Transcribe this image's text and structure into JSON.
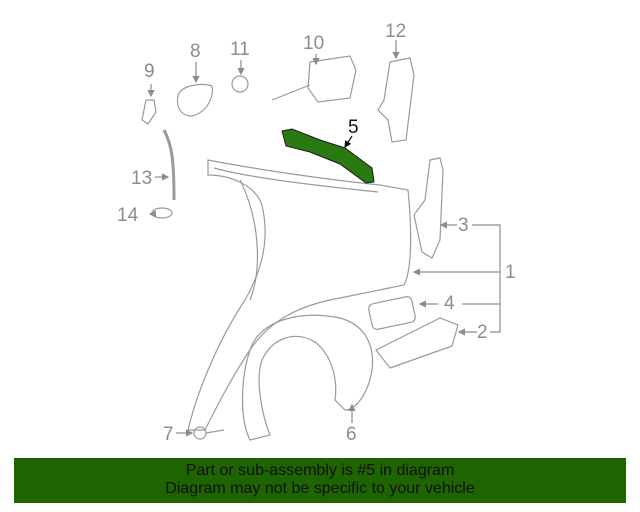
{
  "diagram": {
    "highlight_color": "#1e6400",
    "line_color": "#8c8c8c",
    "callouts": [
      {
        "id": "1",
        "label": "1"
      },
      {
        "id": "2",
        "label": "2"
      },
      {
        "id": "3",
        "label": "3"
      },
      {
        "id": "4",
        "label": "4"
      },
      {
        "id": "5",
        "label": "5",
        "highlighted": true
      },
      {
        "id": "6",
        "label": "6"
      },
      {
        "id": "7",
        "label": "7"
      },
      {
        "id": "8",
        "label": "8"
      },
      {
        "id": "9",
        "label": "9"
      },
      {
        "id": "10",
        "label": "10"
      },
      {
        "id": "11",
        "label": "11"
      },
      {
        "id": "12",
        "label": "12"
      },
      {
        "id": "13",
        "label": "13"
      },
      {
        "id": "14",
        "label": "14"
      }
    ]
  },
  "banner": {
    "line1": "Part or sub-assembly is #5 in diagram",
    "line2": "Diagram may not be specific to your vehicle",
    "background": "#1e6400"
  }
}
